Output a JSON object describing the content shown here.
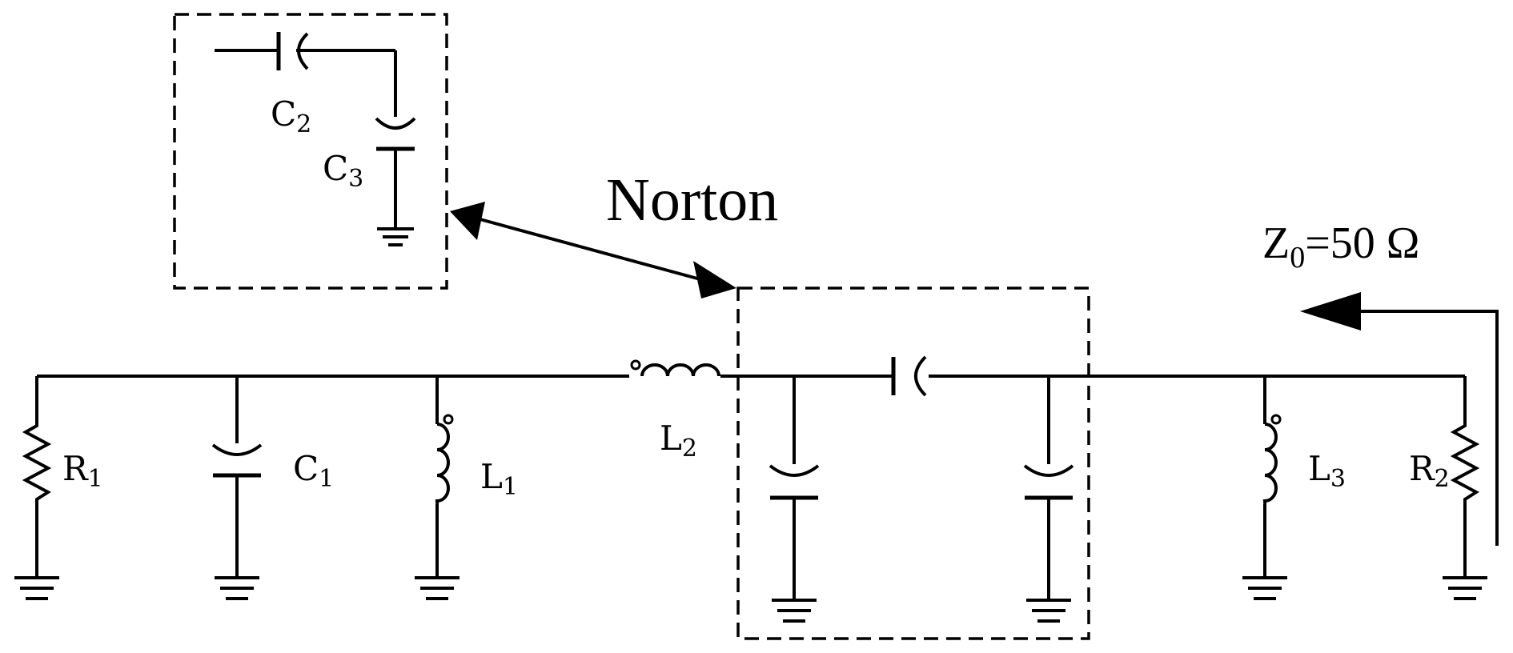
{
  "labels": {
    "r1": {
      "main": "R",
      "sub": "1"
    },
    "r2": {
      "main": "R",
      "sub": "2"
    },
    "c1": {
      "main": "C",
      "sub": "1"
    },
    "c2": {
      "main": "C",
      "sub": "2"
    },
    "c3": {
      "main": "C",
      "sub": "3"
    },
    "l1": {
      "main": "L",
      "sub": "1"
    },
    "l2": {
      "main": "L",
      "sub": "2"
    },
    "l3": {
      "main": "L",
      "sub": "3"
    },
    "norton": "Norton",
    "impedance": {
      "main": "Z",
      "sub": "0",
      "rest": "=50 Ω"
    }
  }
}
